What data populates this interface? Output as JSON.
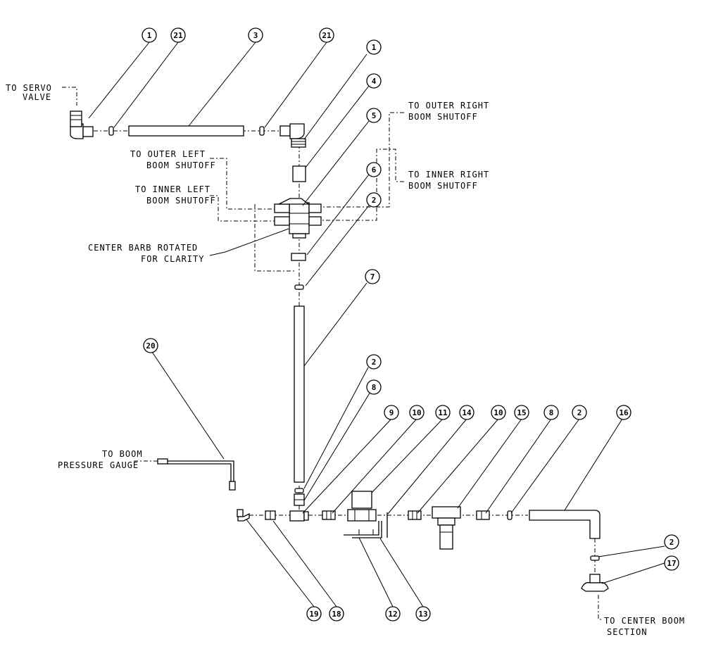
{
  "diagram": {
    "labels": {
      "servo": [
        "TO SERVO",
        "VALVE"
      ],
      "outer_right": [
        "TO OUTER RIGHT",
        "BOOM SHUTOFF"
      ],
      "inner_right": [
        "TO INNER RIGHT",
        "BOOM SHUTOFF"
      ],
      "outer_left": [
        "TO OUTER LEFT",
        "BOOM SHUTOFF"
      ],
      "inner_left": [
        "TO INNER LEFT",
        "BOOM SHUTOFF"
      ],
      "center_barb": [
        "CENTER BARB ROTATED",
        "FOR CLARITY"
      ],
      "pressure_gauge": [
        "TO BOOM",
        "PRESSURE GAUGE"
      ],
      "center_boom": [
        "TO CENTER BOOM",
        "SECTION"
      ]
    },
    "callouts": [
      "1",
      "21",
      "3",
      "21",
      "1",
      "4",
      "5",
      "6",
      "2",
      "7",
      "2",
      "8",
      "20",
      "9",
      "10",
      "11",
      "14",
      "10",
      "15",
      "8",
      "2",
      "16",
      "2",
      "17",
      "19",
      "18",
      "12",
      "13"
    ]
  }
}
